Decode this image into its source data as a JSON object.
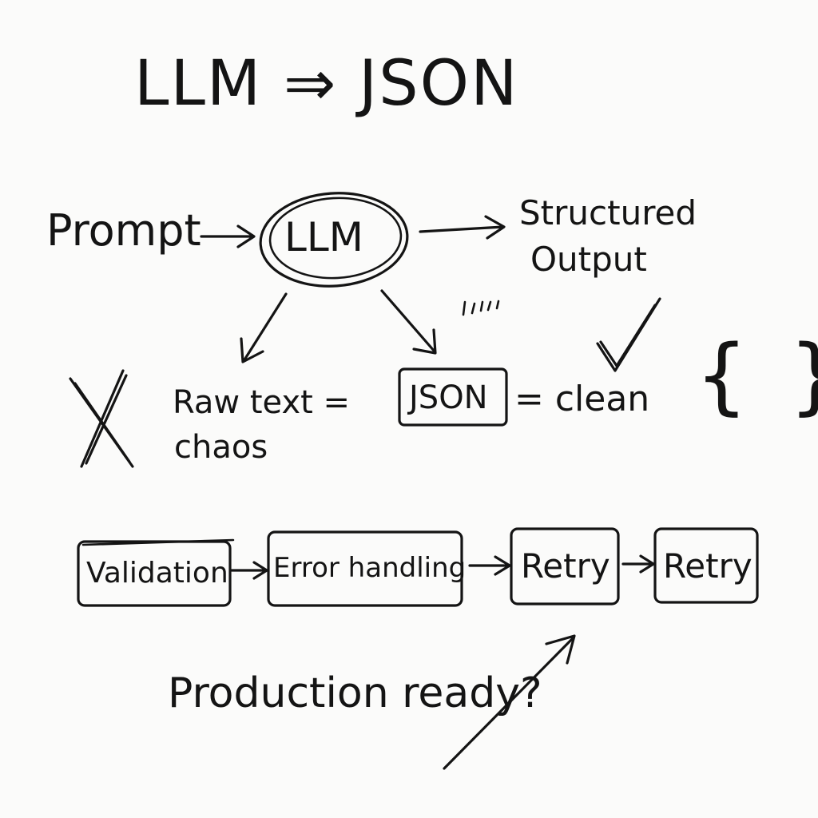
{
  "title": "LLM ⇒ JSON",
  "flow": {
    "prompt": "Prompt",
    "llm": "LLM",
    "structured_line1": "Structured",
    "structured_line2": "Output"
  },
  "branches": {
    "raw_line1": "Raw text =",
    "raw_line2": "chaos",
    "json_box": "JSON",
    "json_clean": "= clean",
    "braces": "{ }"
  },
  "pipeline": {
    "steps": [
      "Validation",
      "Error handling",
      "Retry",
      "Retry"
    ]
  },
  "footer": "Production ready?",
  "colors": {
    "ink": "#141414",
    "paper": "#fbfbfa"
  },
  "icons": [
    "cross-mark-icon",
    "check-mark-icon",
    "curly-braces-icon"
  ]
}
